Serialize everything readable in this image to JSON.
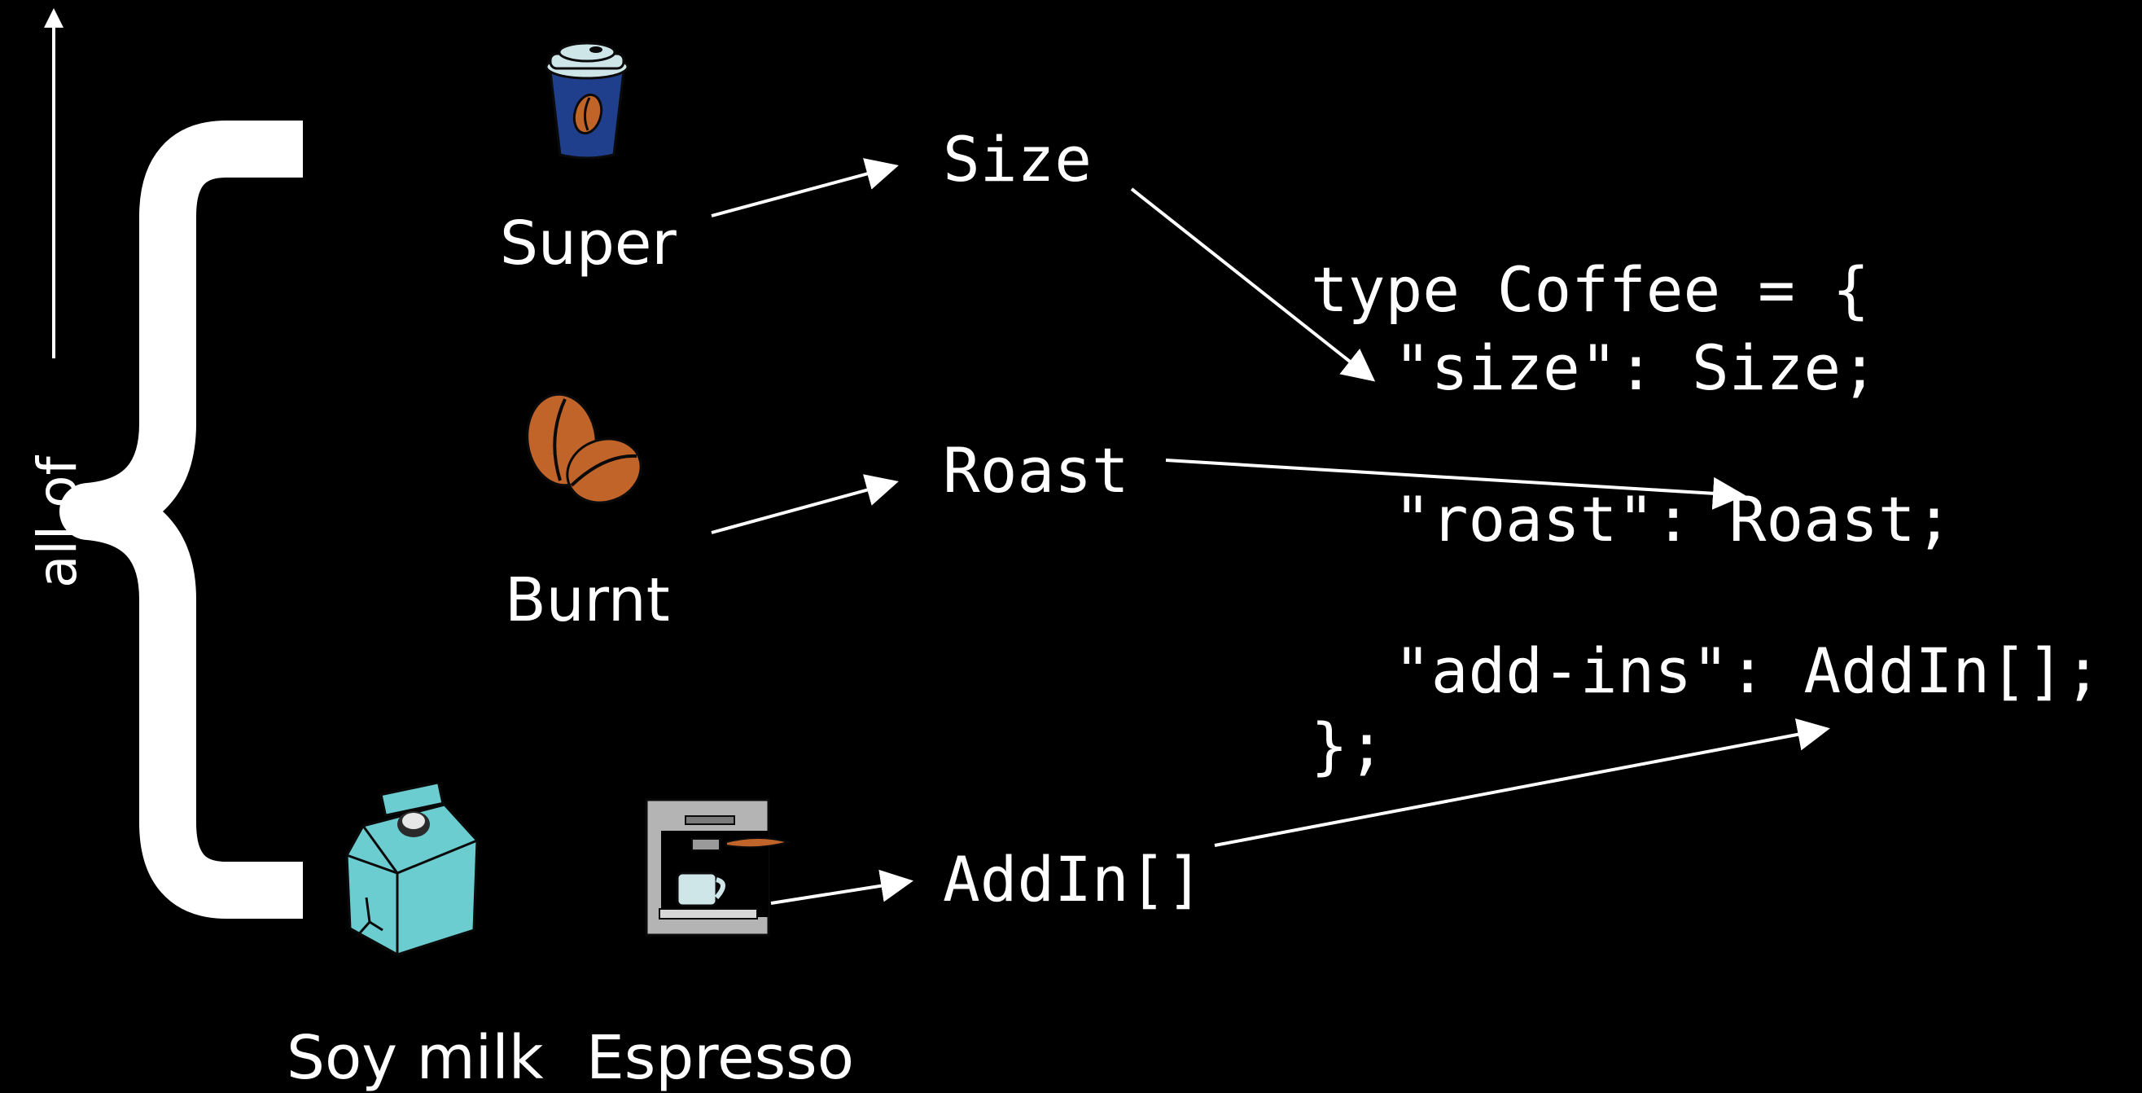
{
  "vertical_label": "all of",
  "items": {
    "super": {
      "label": "Super",
      "icon": "coffee-cup-icon"
    },
    "burnt": {
      "label": "Burnt",
      "icon": "coffee-beans-icon"
    },
    "soy_milk": {
      "label": "Soy milk",
      "icon": "milk-carton-icon"
    },
    "espresso": {
      "label": "Espresso",
      "icon": "espresso-machine-icon"
    }
  },
  "types": {
    "size": "Size",
    "roast": "Roast",
    "addin": "AddIn[]"
  },
  "code": {
    "line1": "type Coffee = {",
    "line2": "\"size\": Size;",
    "line3": "\"roast\": Roast;",
    "line4": "\"add-ins\": AddIn[];",
    "line5": "};"
  },
  "colors": {
    "background": "#000000",
    "foreground": "#ffffff",
    "cup_blue": "#1f3e8c",
    "bean_orange": "#c0642a",
    "milk_teal": "#6ccdd0",
    "machine_gray": "#b4b4b4"
  }
}
